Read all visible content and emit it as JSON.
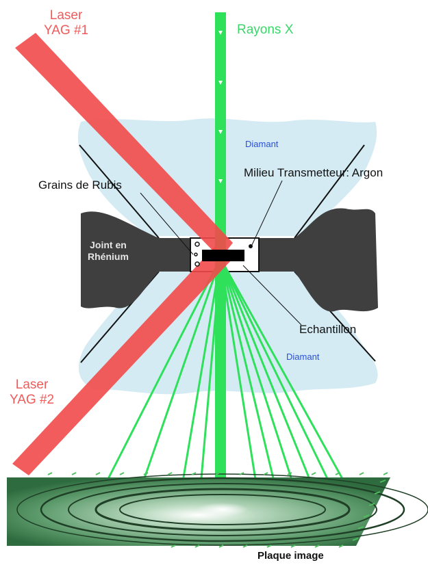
{
  "labels": {
    "laser1_line1": "Laser",
    "laser1_line2": "YAG #1",
    "xray": "Rayons X",
    "diamond_top": "Diamant",
    "ruby": "Grains de Rubis",
    "medium": "Milieu Transmetteur: Argon",
    "gasket_line1": "Joint en",
    "gasket_line2": "Rhénium",
    "sample": "Echantillon",
    "diamond_bottom": "Diamant",
    "laser2_line1": "Laser",
    "laser2_line2": "YAG #2",
    "plate": "Plaque image"
  },
  "colors": {
    "laser": "#f24a4a",
    "xray": "#2ee05a",
    "diamond": "#cfe8f2",
    "gasket": "#3f3f3f",
    "sample": "#000000",
    "label_blue": "#2a4fd6"
  },
  "diffraction_beams": 10
}
